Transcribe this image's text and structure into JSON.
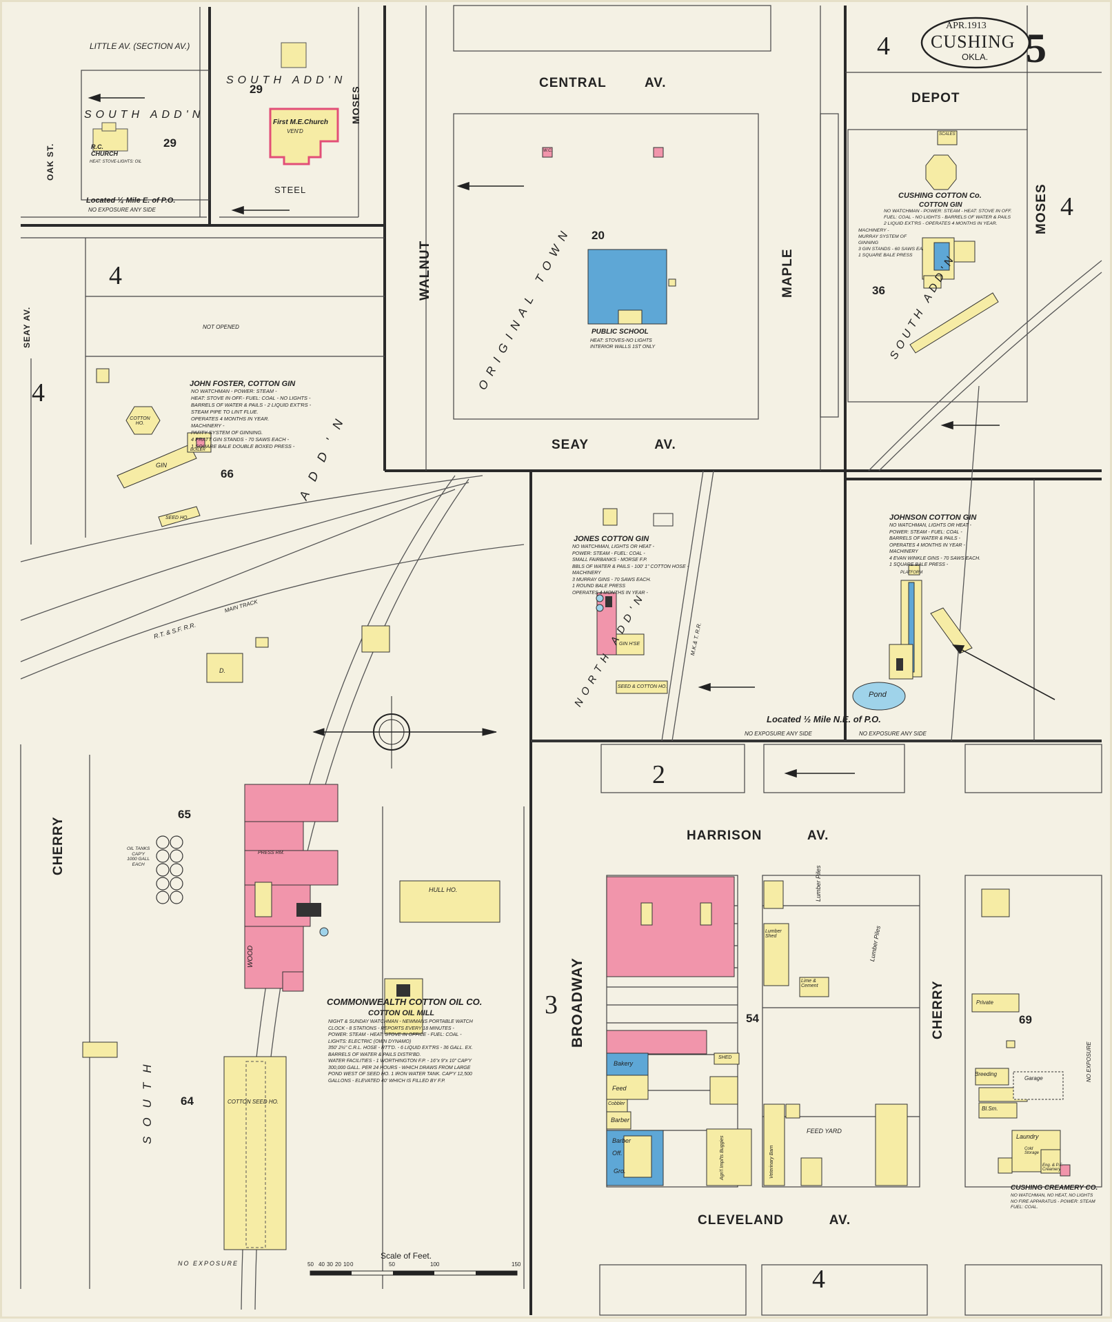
{
  "header": {
    "date": "APR.1913",
    "city": "CUSHING",
    "state": "OKLA.",
    "sheet_number": "5"
  },
  "streets": {
    "little_av": "LITTLE AV. (SECTION AV.)",
    "oak_st": "OAK ST.",
    "steel": "STEEL",
    "moses_top": "MOSES",
    "central_av": "CENTRAL AV.",
    "walnut": "WALNUT",
    "maple": "MAPLE",
    "seay_av": "SEAY AV.",
    "seay_av_left": "SEAY AV.",
    "depot": "DEPOT",
    "moses_right": "MOSES",
    "cherry_left": "CHERRY",
    "harrison_av": "HARRISON AV.",
    "broadway": "BROADWAY",
    "cleveland_av": "CLEVELAND AV.",
    "cherry_right": "CHERRY"
  },
  "sheet_refs": {
    "top_mid": "4",
    "right_top": "4",
    "left_upper": "4",
    "left_middle": "4",
    "bottom_center": "2",
    "bottom_left": "3",
    "bottom": "4"
  },
  "block_numbers": {
    "b29a": "29",
    "b29b": "29",
    "b20": "20",
    "b36": "36",
    "b66": "66",
    "b65": "65",
    "b64": "64",
    "b54": "54",
    "b69": "69"
  },
  "additions": {
    "south_addn_a": "SOUTH ADD'N",
    "south_addn_b": "SOUTH ADD'N",
    "original_town": "ORIGINAL TOWN",
    "south_addn_right": "SOUTH ADD'N",
    "south_addn_diag": "ADD'N",
    "north_addn": "NORTH ADD'N",
    "south_vert": "SOUTH"
  },
  "notes": {
    "located_top_left": "Located ¼ Mile E. of P.O.",
    "no_exposure_1": "NO EXPOSURE ANY SIDE",
    "not_opened": "NOT OPENED",
    "rr_atsf": "R.T. & S.F. R.R.",
    "rr_main": "MAIN TRACK",
    "located_ne": "Located ½ Mile N.E. of P.O.",
    "no_exposure_2": "NO EXPOSURE ANY SIDE",
    "no_exposure_3": "NO EXPOSURE ANY SIDE",
    "no_exposure_bottom": "NO EXPOSURE",
    "exposure_right": "NO EXPOSURE",
    "scale": "Scale of Feet.",
    "mkt_rr": "M.K.& T. R.R.",
    "pond": "Pond"
  },
  "places": {
    "rc_church": "R.C. CHURCH",
    "rc_church_note": "HEAT: STOVE-LIGHTS: OIL",
    "me_church": "First M.E.Church",
    "me_church_sub": "VEN'D",
    "public_school": "PUBLIC SCHOOL",
    "public_school_note": "HEAT: STOVES-NO LIGHTS\nINTERIOR WALLS 1ST ONLY",
    "cushing_cotton_title": "CUSHING COTTON Co.",
    "cushing_cotton_sub": "COTTON GIN",
    "cushing_cotton_desc": "NO WATCHMAN - POWER: STEAM - HEAT: STOVE IN OFF.\nFUEL: COAL - NO LIGHTS - BARRELS OF WATER & PAILS\n2 LIQUID EXT'RS - OPERATES 4 MONTHS IN YEAR.",
    "cushing_machinery": "MACHINERY -\nMURRAY SYSTEM OF\nGINNING\n3 GIN STANDS - 60 SAWS EA.\n1 SQUARE BALE PRESS",
    "foster_title": "JOHN FOSTER, COTTON GIN",
    "foster_desc": "NO WATCHMAN - POWER: STEAM -\nHEAT: STOVE IN OFF.- FUEL: COAL - NO LIGHTS -\nBARRELS OF WATER & PAILS - 2 LIQUID EXT'RS -\nSTEAM PIPE TO LINT FLUE.\nOPERATES 4 MONTHS IN YEAR.\nMACHINERY -\nPARTY SYSTEM OF GINNING.\n4 PRATT GIN STANDS - 70 SAWS EACH -\n1 SQUARE BALE DOUBLE BOXED PRESS -",
    "jones_title": "JONES COTTON GIN",
    "jones_desc": "NO WATCHMAN, LIGHTS OR HEAT -\nPOWER: STEAM - FUEL: COAL -\nSMALL FAIRBANKS - MORSE F.P.\nBBLS OF WATER & PAILS - 100' 1\" COTTON HOSE -\nMACHINERY\n3 MURRAY GINS - 70 SAWS EACH.\n1 ROUND BALE PRESS\nOPERATES 4 MONTHS IN YEAR -",
    "johnson_title": "JOHNSON COTTON GIN",
    "johnson_desc": "NO WATCHMAN, LIGHTS OR HEAT -\nPOWER: STEAM - FUEL: COAL -\nBARRELS OF WATER & PAILS -\nOPERATES 4 MONTHS IN YEAR -\nMACHINERY\n4 EVAN WINKLE GINS - 70 SAWS EACH.\n1 SQUARE BALE PRESS -",
    "commonwealth_title": "COMMONWEALTH COTTON OIL CO.",
    "commonwealth_sub": "COTTON OIL MILL",
    "commonwealth_desc": "NIGHT & SUNDAY WATCHMAN - NEWMANS PORTABLE WATCH\nCLOCK - 8 STATIONS - REPORTS EVERY 18 MINUTES -\nPOWER: STEAM - HEAT: STOVE IN OFFICE - FUEL: COAL -\nLIGHTS: ELECTRIC (OWN DYNAMO)\n350' 2½\" C.R.L. HOSE - RTT'D. - 6 LIQUID EXT'RS - 36 GALL. EX.\nBARRELS OF WATER & PAILS DISTR'BD.\nWATER FACILITIES - 1 WORTHINGTON F.P. - 16\"x 9\"x 10\" CAP'Y\n300,000 GALL. PER 24 HOURS - WHICH DRAWS FROM LARGE\nPOND WEST OF SEED HO. 1 IRON WATER TANK. CAP'Y 12,500\nGALLONS - ELEVATED 40' WHICH IS FILLED BY F.P.",
    "creamery_title": "CUSHING CREAMERY CO.",
    "creamery_desc": "NO WATCHMAN, NO HEAT, NO LIGHTS\nNO FIRE APPARATUS - POWER: STEAM\nFUEL: COAL."
  },
  "building_labels": {
    "gin": "GIN",
    "seed_ho": "SEED HO.",
    "cotton_ho": "COTTON HO.",
    "boiler": "BOILER",
    "hull_ho": "HULL HO.",
    "cotton_seed_ho": "COTTON SEED HO.",
    "oil_tanks": "OIL TANKS\nCAP'Y\n1000 GALL\nEACH",
    "seed_cotton": "SEED & COTTON HO.",
    "gin_house": "GIN H'SE",
    "lumber_piles_a": "Lumber Piles",
    "lumber_piles_b": "Lumber Piles",
    "lumber_shed": "Lumber Shed",
    "lime_cement": "Lime & Cement",
    "feed_yard": "FEED YARD",
    "veterinary_barn": "Veterinary Barn",
    "agri_impls": "Agri'l Impl'ts Buggies",
    "bakery": "Bakery",
    "feed": "Feed",
    "cobbler": "Cobbler",
    "barber": "Barber",
    "barber2": "Barber",
    "off": "Off.",
    "gro": "Gro.",
    "shed": "SHED",
    "laundry": "Laundry",
    "breeding": "Breeding",
    "bl_sm": "Bl.Sm.",
    "ice_cream": "Eng. & P.F. Creamery",
    "cold_storage": "Cold Storage",
    "private": "Private",
    "garage": "Garage",
    "d": "D.",
    "wc": "W.C.",
    "scales": "SCALES",
    "platform": "PLATFORM",
    "wood": "WOOD",
    "press_rm": "PRESS RM."
  },
  "scale_ticks": [
    "50",
    "40",
    "30",
    "20",
    "10",
    "0",
    "50",
    "100",
    "150"
  ]
}
